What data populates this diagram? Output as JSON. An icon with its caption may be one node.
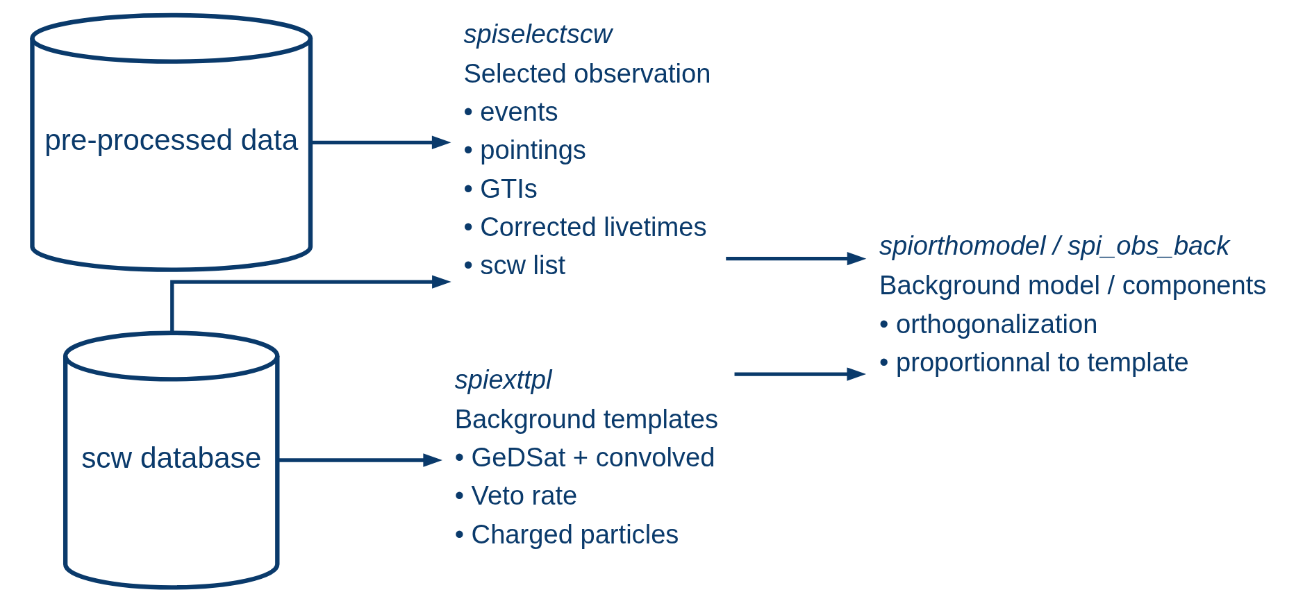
{
  "diagram": {
    "nodes": [
      {
        "text": [
          "pre-processed data"
        ]
      },
      {
        "text": [
          "scw database"
        ]
      },
      {
        "text": [
          "spiselectscw",
          "Selected observation",
          "• events",
          "• pointings",
          "• GTIs",
          "• Corrected livetimes",
          "• scw list"
        ]
      },
      {
        "text": [
          "spiexttpl",
          "Background templates",
          "• GeDSat + convolved",
          "• Veto rate",
          "• Charged particles"
        ]
      },
      {
        "text": [
          "spiorthomodel / spi_obs_back",
          "Background model / components",
          "• orthogonalization",
          "• proportionnal to template"
        ]
      }
    ],
    "edges": [
      {
        "from": 0,
        "to": 2,
        "arrow": "to"
      },
      {
        "from": 1,
        "to": 2,
        "arrow": "to"
      },
      {
        "from": 1,
        "to": 3,
        "arrow": "to"
      },
      {
        "from": 2,
        "to": 4,
        "arrow": "to"
      },
      {
        "from": 3,
        "to": 4,
        "arrow": "to"
      }
    ]
  }
}
